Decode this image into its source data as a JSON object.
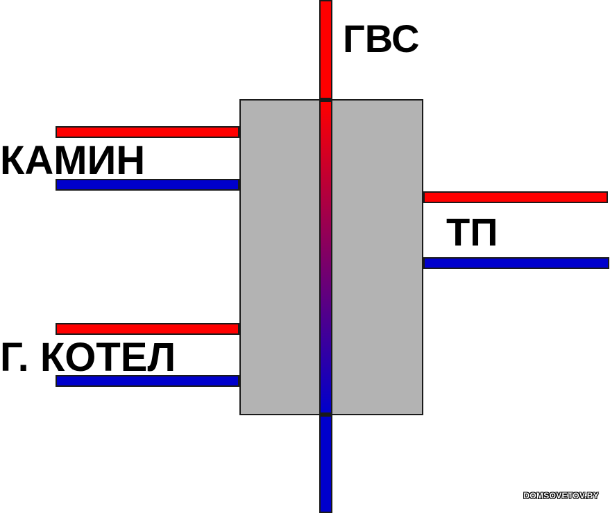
{
  "colors": {
    "hot": "#ff0000",
    "cold": "#0000cc",
    "tank": "#b3b3b3",
    "outline": "#1a1a1a"
  },
  "labels": {
    "dhw": "ГВС",
    "fireplace": "КАМИН",
    "underfloor": "ТП",
    "gas_boiler": "Г. КОТЕЛ"
  },
  "watermark": "DOMSOVETOV.BY"
}
